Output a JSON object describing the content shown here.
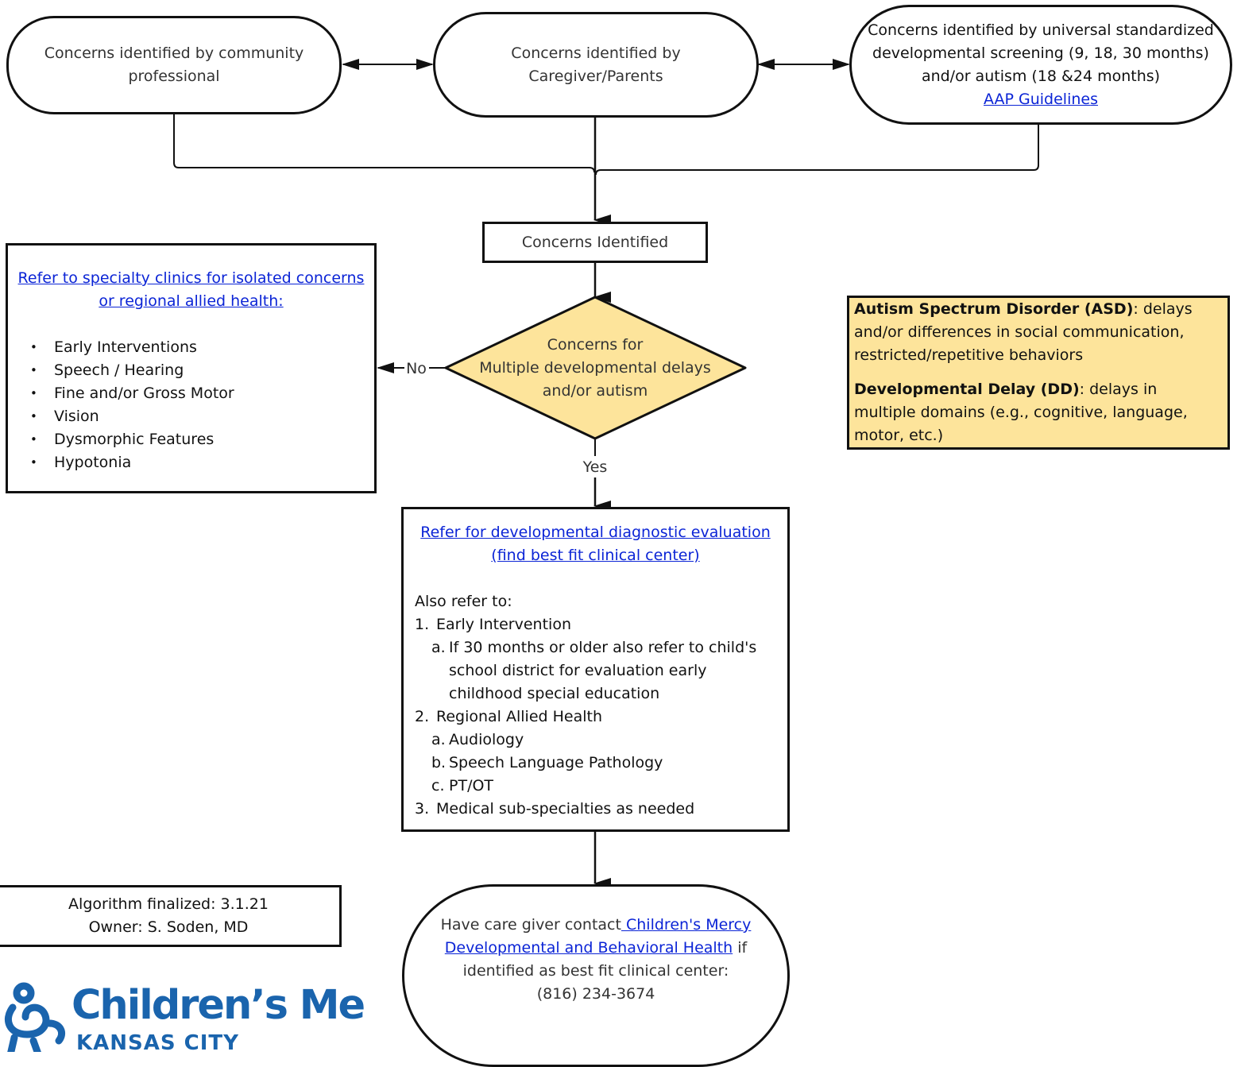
{
  "top": {
    "community": "Concerns identified by community professional",
    "caregiver": "Concerns identified by Caregiver/Parents",
    "screening_text": "Concerns identified by universal standardized developmental screening (9, 18, 30 months) and/or autism (18 &24 months)",
    "screening_link": " AAP Guideline",
    "screening_link_suffix": "s"
  },
  "concerns_identified": "Concerns Identified",
  "decision": {
    "line1": "Concerns for",
    "line2": "Multiple developmental delays",
    "line3": "and/or autism",
    "no_label": "No",
    "yes_label": "Yes"
  },
  "specialty": {
    "link_line1": "Refer to specialty clinics for isolated concerns",
    "link_line2": "or regional allied health:",
    "items": [
      "Early Interventions",
      "Speech / Hearing",
      "Fine and/or Gross Motor",
      "Vision",
      "Dysmorphic Features",
      "Hypotonia"
    ]
  },
  "definitions": {
    "asd_term": "Autism Spectrum Disorder (ASD)",
    "asd_text": ": delays and/or differences in social communication, restricted/repetitive behaviors",
    "dd_term": "Developmental Delay (DD)",
    "dd_text": ": delays in multiple domains (e.g., cognitive, language, motor, etc.)"
  },
  "evaluation": {
    "link_line1": "Refer for developmental diagnostic evaluation",
    "link_line2": "(find best fit clinical center)",
    "also": "Also refer to:",
    "n1": "1.",
    "i1": "Early Intervention",
    "a1": "a.",
    "i1a_l1": "If 30 months or older also refer to child's",
    "i1a_l2": "school district for evaluation early",
    "i1a_l3": "childhood special education",
    "n2": "2.",
    "i2": "Regional Allied Health",
    "a2": "a.",
    "i2a": "Audiology",
    "b2": "b.",
    "i2b": "Speech Language Pathology",
    "c2": "c.",
    "i2c": "PT/OT",
    "n3": "3.",
    "i3": "Medical sub-specialties as needed"
  },
  "contact": {
    "prefix": "Have care giver contact",
    "link": " Children's Mercy Developmental and Behavioral Health",
    "suffix": " if identified as best fit clinical center:",
    "phone": "(816) 234-3674"
  },
  "info": {
    "finalized": "Algorithm finalized:  3.1.21",
    "owner": "Owner: S. Soden, MD"
  },
  "logo": {
    "name": "Children’s Mercy",
    "sub": "KANSAS CITY",
    "color": "#1a64ad"
  },
  "colors": {
    "decision_fill": "#fde49b",
    "link": "#0b24d6"
  }
}
